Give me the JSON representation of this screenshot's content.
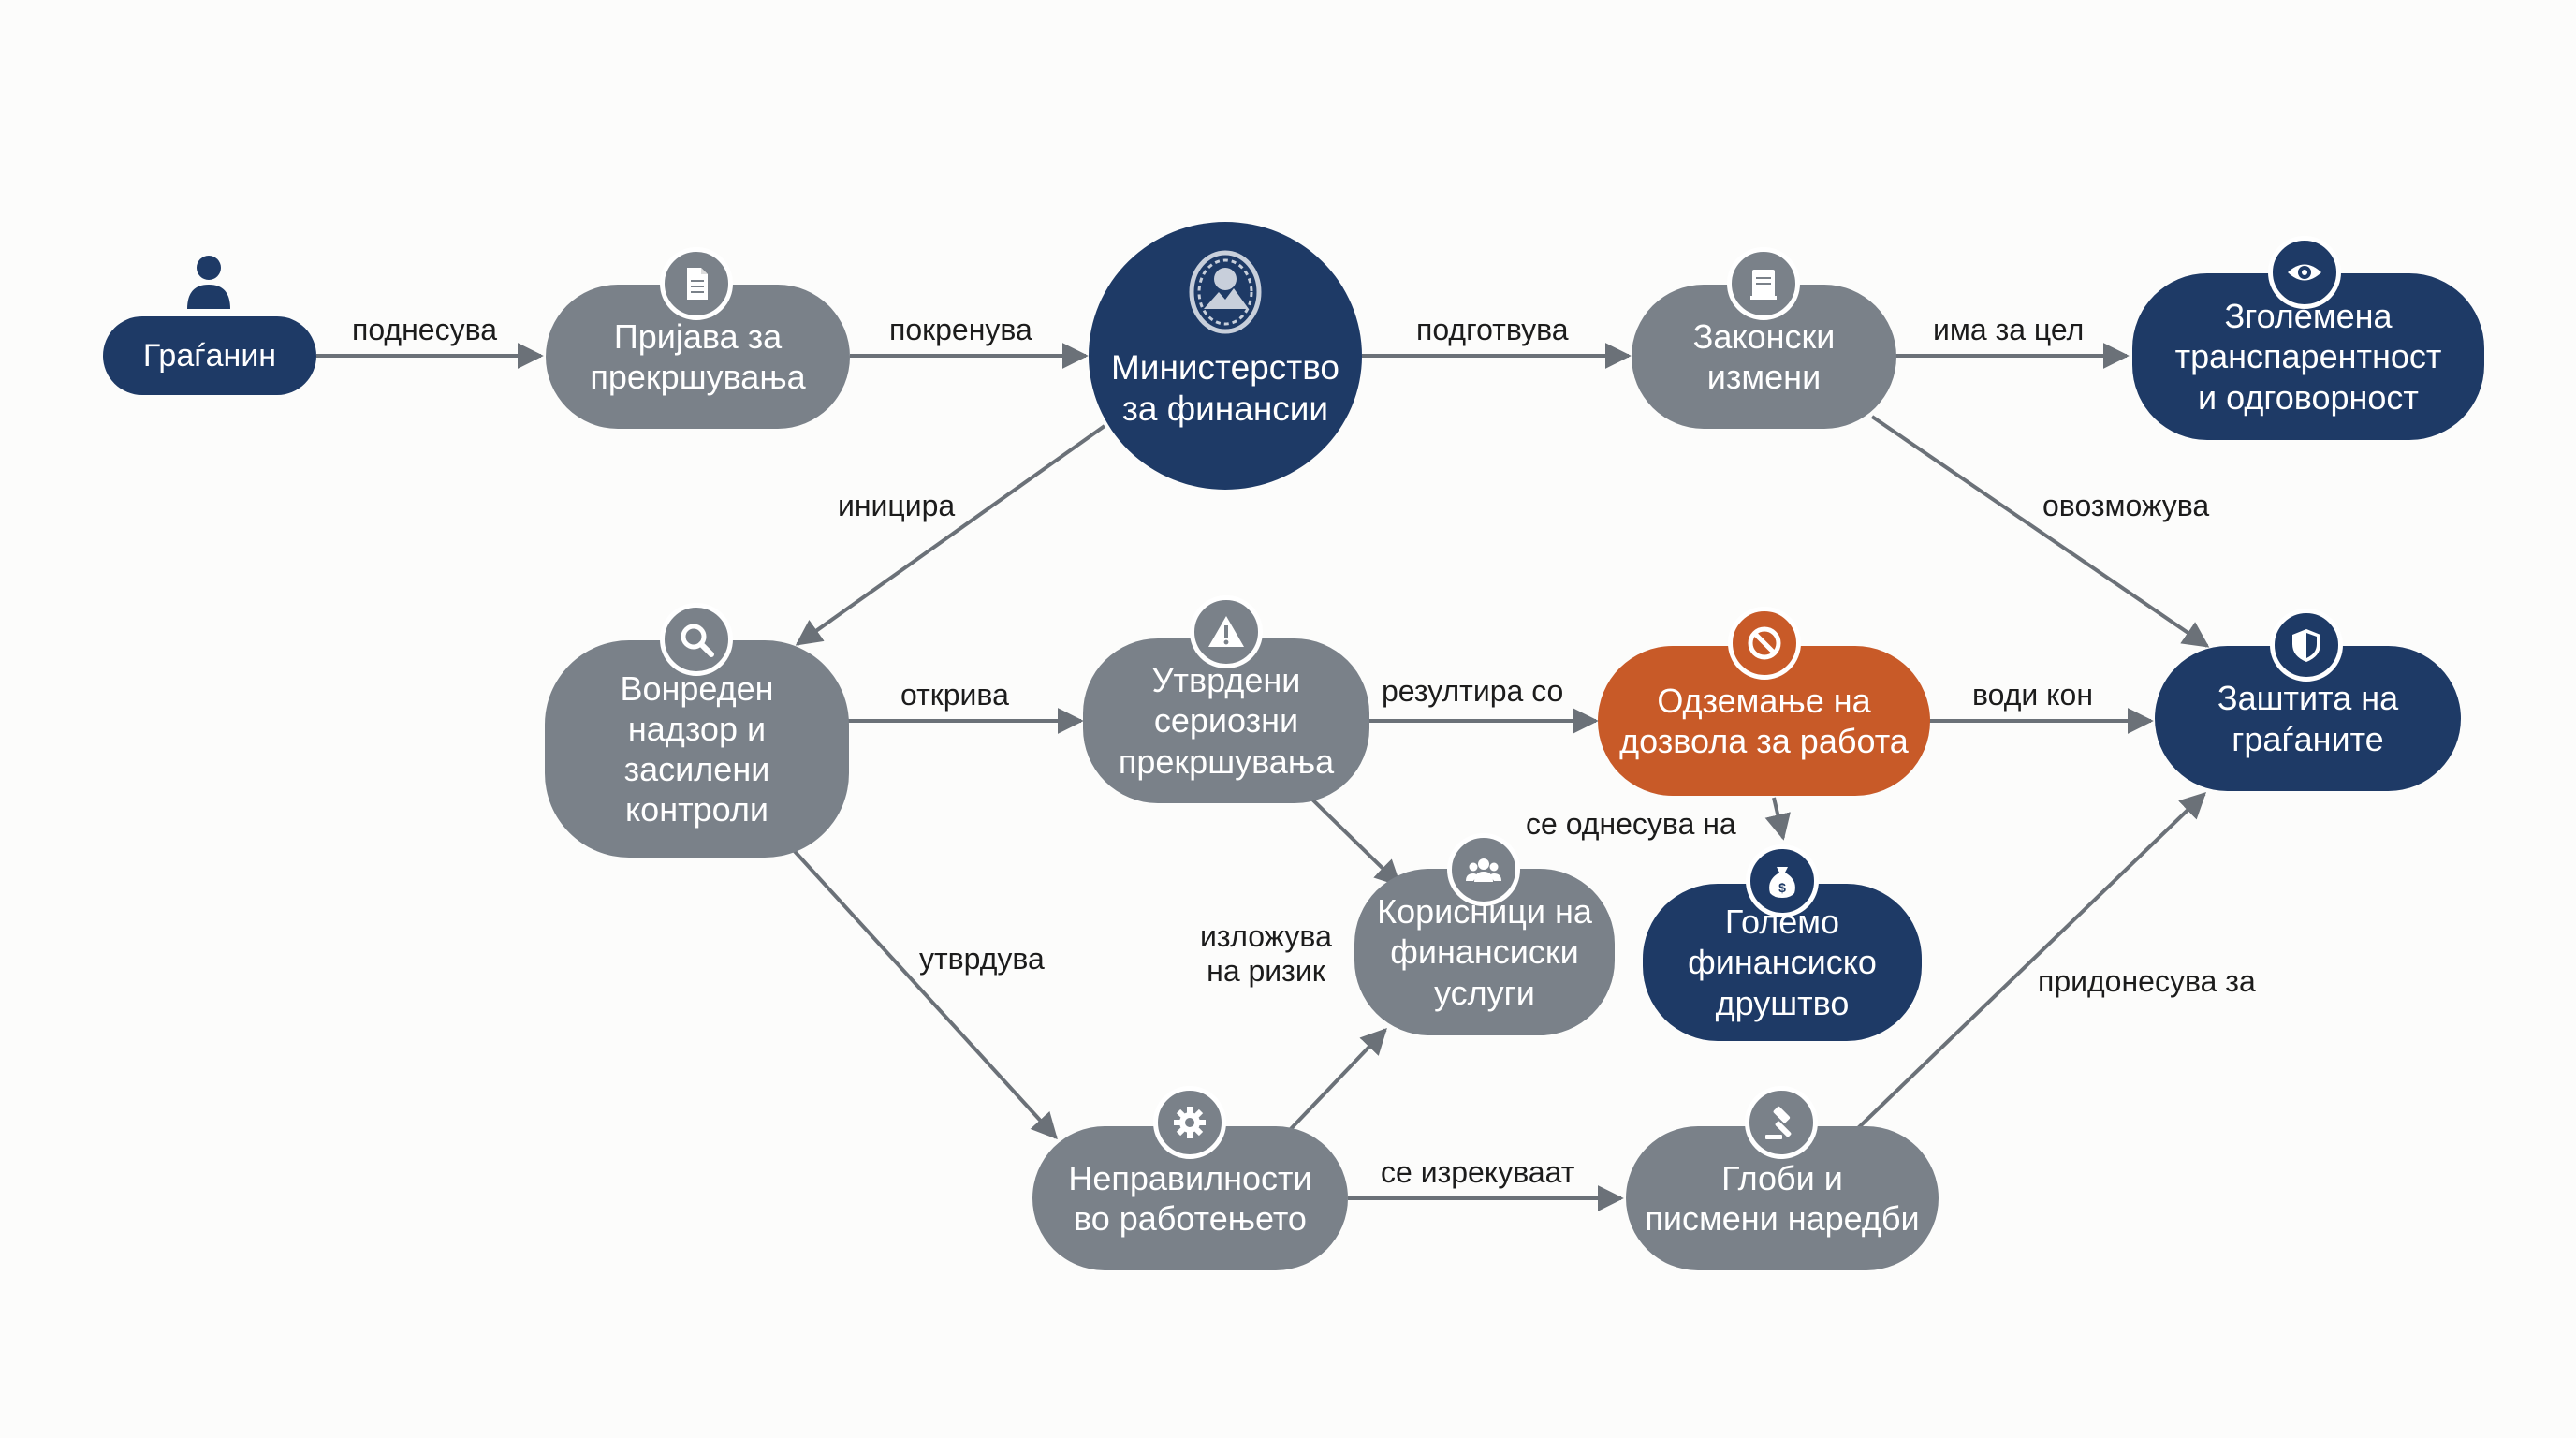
{
  "colors": {
    "gray": "#7a8189",
    "navy": "#1e3a66",
    "orange": "#c85a28",
    "arrow": "#6b7178",
    "text": "#1c1c1c"
  },
  "nodes": {
    "citizen": "Граѓанин",
    "report": "Пријава за\nпрекршувања",
    "ministry": "Министерство\nза финансии",
    "legal": "Законски\nизмени",
    "transparency": "Зголемена\nтранспарентност\nи одговорност",
    "oversight": "Вонреден\nнадзор и\nзасилени\nконтроли",
    "violations": "Утврдени\nсериозни\nпрекршувања",
    "revocation": "Одземање на\nдозвола за работа",
    "protection": "Заштита на\nграѓаните",
    "users": "Корисници на\nфинансиски\nуслуги",
    "company": "Големо\nфинансиско\nдруштво",
    "irregularities": "Неправилности\nво работењето",
    "fines": "Глоби и\nписмени наредби"
  },
  "edges": {
    "submits": "поднесува",
    "launches": "покренува",
    "prepares": "подготвува",
    "aims": "има за цел",
    "initiates": "иницира",
    "enables": "овозможува",
    "detects": "открива",
    "results": "резултира со",
    "leads": "води кон",
    "refers": "се однесува на",
    "exposes": "изложува\nна ризик",
    "establishes": "утврдува",
    "contributes": "придонесува за",
    "imposed": "се изрекуваат"
  },
  "icons": {
    "citizen": "person-icon",
    "report": "document-icon",
    "ministry": "coat-of-arms-icon",
    "legal": "law-book-icon",
    "transparency": "eye-icon",
    "oversight": "magnifier-icon",
    "violations": "warning-icon",
    "revocation": "prohibited-icon",
    "protection": "shield-icon",
    "users": "people-group-icon",
    "company": "money-bag-icon",
    "irregularities": "gear-icon",
    "fines": "gavel-icon"
  }
}
